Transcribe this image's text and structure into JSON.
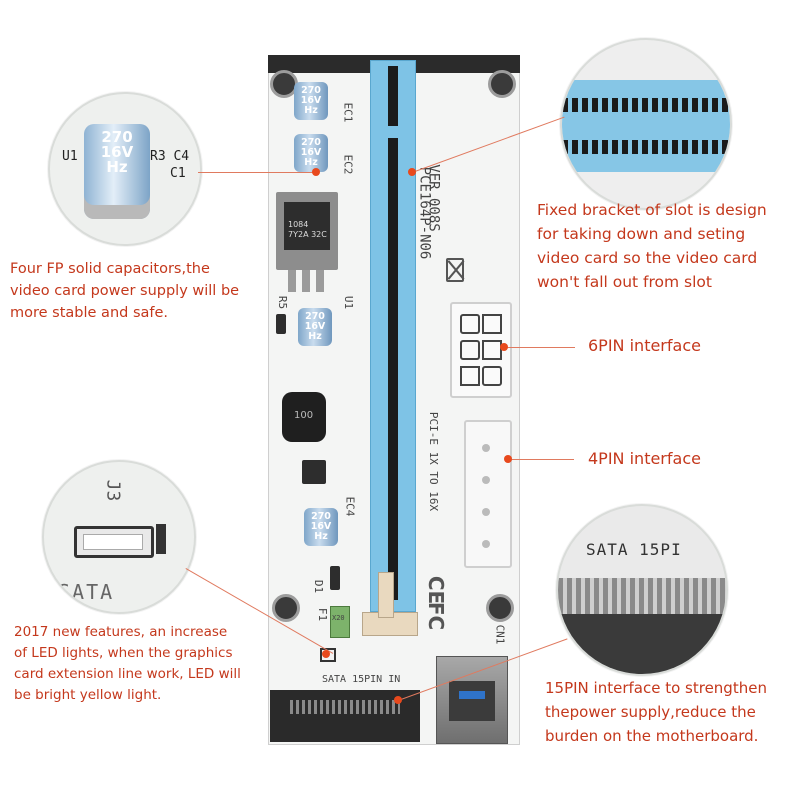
{
  "annotations": {
    "capacitors": "Four FP solid capacitors,the\nvideo card power supply will be\nmore stable and safe.",
    "bracket": "Fixed bracket of slot is design\nfor taking down and seting\nvideo card so the video card\nwon't fall out from slot",
    "six_pin": "6PIN interface",
    "four_pin": "4PIN interface",
    "led": "2017 new features, an increase\nof LED lights, when the graphics\ncard extension line work, LED will\nbe bright yellow light.",
    "sata": "15PIN interface to strengthen\nthepower supply,reduce the\nburden on the motherboard."
  },
  "zoom_labels": {
    "cap_zoom_u1": "U1",
    "cap_zoom_r3": "R3 C4",
    "cap_zoom_c1": "C1",
    "cap_zoom_cap": "270\n16V\nHz",
    "led_zoom_j3": "J3",
    "led_zoom_sata": "SATA",
    "sata_zoom": "SATA 15PI"
  },
  "board_silk": {
    "model": "PCE164P-N06",
    "version": "VER 008S",
    "pcie": "PCI-E 1X TO 16X",
    "sata": "SATA 15PIN IN",
    "ec1": "EC1",
    "ec2": "EC2",
    "ec4": "EC4",
    "reg": "1084\n7Y2A 32C",
    "inductor": "100",
    "cap_text": "270\n16V\nHz",
    "ce": "CE",
    "fc": "FC",
    "cn1": "CN1",
    "r5": "R5",
    "u1": "U1",
    "d1": "D1",
    "f1": "F1",
    "x20": "X20"
  },
  "colors": {
    "annotation": "#c4381c",
    "slot_blue": "#7ec3e6",
    "leader": "#e07a5f"
  }
}
